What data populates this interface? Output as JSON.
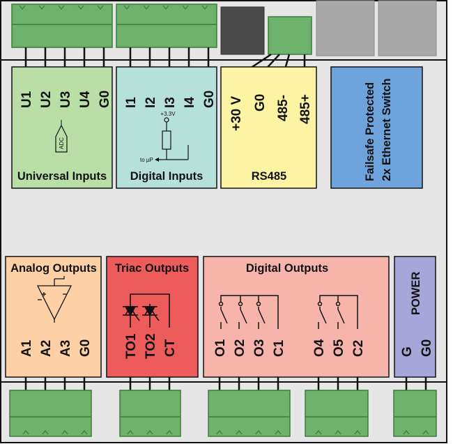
{
  "universal_inputs": {
    "title": "Universal Inputs",
    "pins": [
      "U1",
      "U2",
      "U3",
      "U4",
      "G0"
    ],
    "symbol_label": "ADC"
  },
  "digital_inputs": {
    "title": "Digital Inputs",
    "pins": [
      "I1",
      "I2",
      "I3",
      "I4",
      "G0"
    ],
    "supply_label": "+3.3V",
    "output_label": "to µP"
  },
  "rs485": {
    "title": "RS485",
    "pins": [
      "+30 V",
      "G0",
      "485-",
      "485+"
    ]
  },
  "ethernet": {
    "lines": [
      "Failsafe Protected",
      "2x Ethernet Switch"
    ]
  },
  "analog_outputs": {
    "title": "Analog Outputs",
    "pins": [
      "A1",
      "A2",
      "A3",
      "G0"
    ]
  },
  "triac_outputs": {
    "title": "Triac Outputs",
    "pins": [
      "TO1",
      "TO2",
      "CT"
    ]
  },
  "digital_outputs": {
    "title": "Digital Outputs",
    "pins": [
      "O1",
      "O2",
      "O3",
      "C1",
      "O4",
      "O5",
      "C2"
    ]
  },
  "power": {
    "title": "POWER",
    "pins": [
      "G",
      "G0"
    ]
  },
  "colors": {
    "housing": "#e6e6e6",
    "terminal_green": "#6db36b",
    "universal_inputs": "#b9dfa6",
    "digital_inputs": "#b6e0da",
    "rs485": "#fdf4a3",
    "ethernet": "#6fa3dc",
    "analog_outputs": "#fdd0a6",
    "triac_outputs": "#ee5b5b",
    "digital_outputs": "#f7b4ab",
    "power": "#a6a6da"
  }
}
